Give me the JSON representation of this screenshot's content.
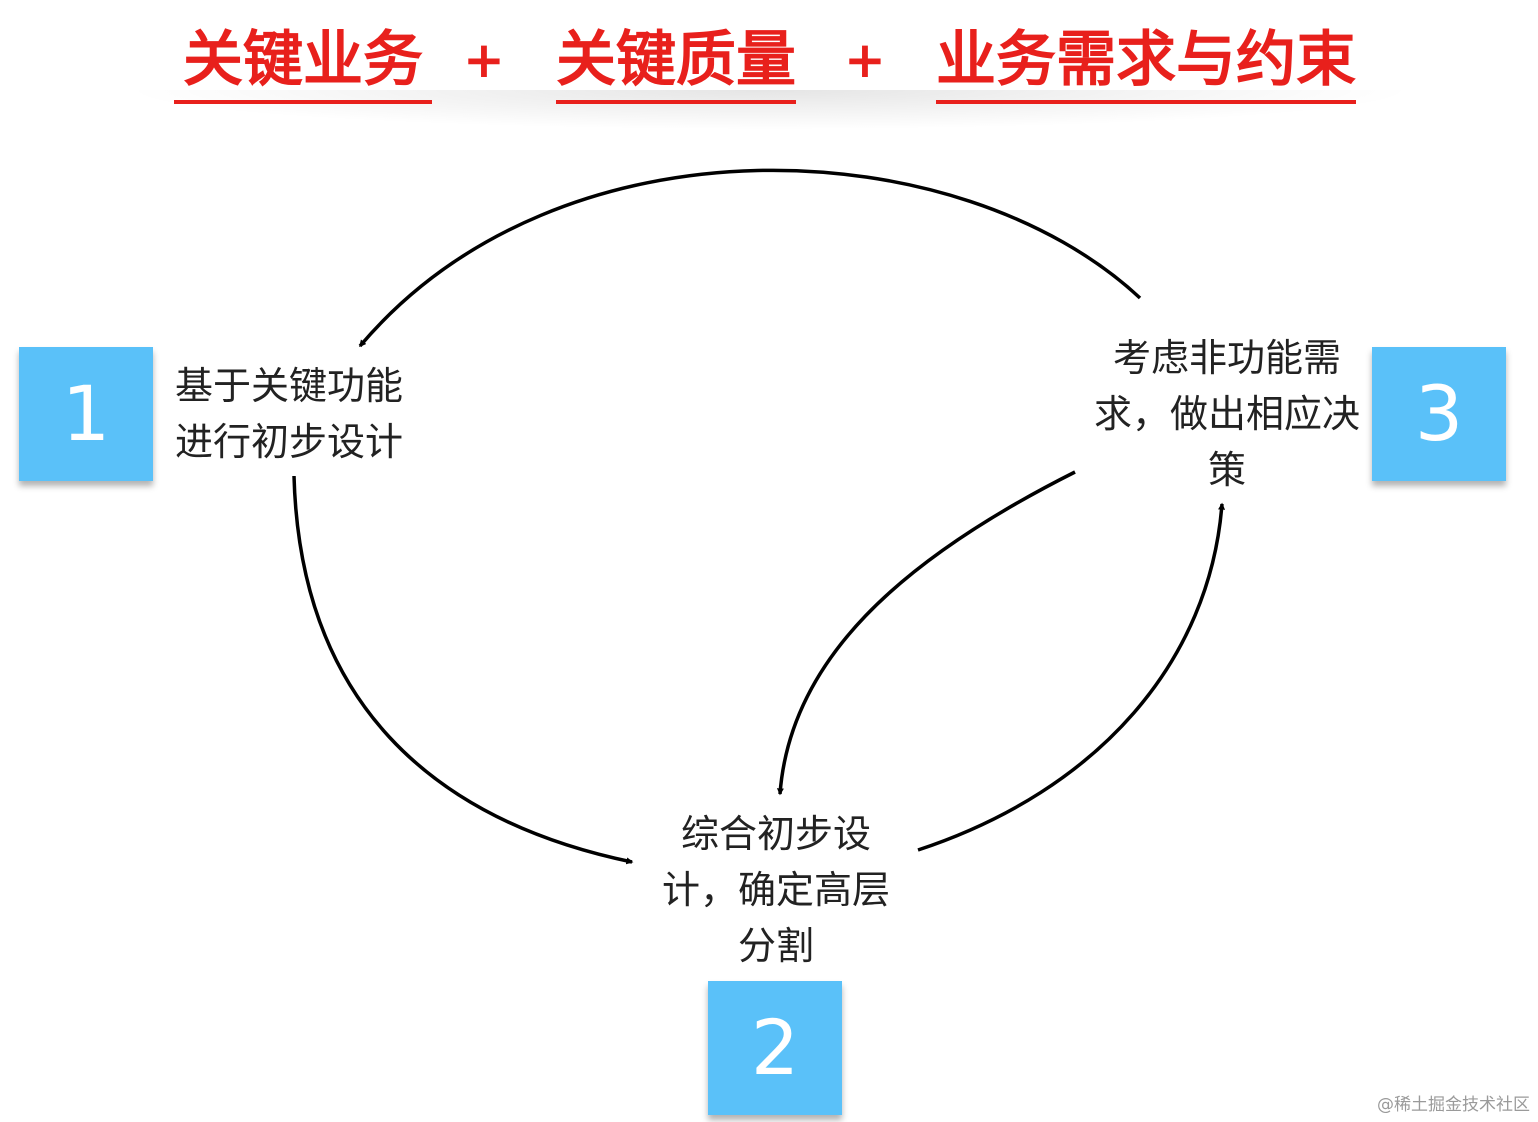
{
  "header": {
    "term1": "关键业务",
    "plus1": "+",
    "term2": "关键质量",
    "plus2": "+",
    "term3": "业务需求与约束"
  },
  "steps": [
    {
      "number": "1",
      "lines": [
        "基于关键功能",
        "进行初步设计"
      ]
    },
    {
      "number": "2",
      "lines": [
        "综合初步设",
        "计，确定高层",
        "分割"
      ]
    },
    {
      "number": "3",
      "lines": [
        "考虑非功能需",
        "求，做出相应决",
        "策"
      ]
    }
  ],
  "watermark": "@稀土掘金技术社区",
  "colors": {
    "accent": "#e8201c",
    "box": "#5ac1f9",
    "arrow": "#000000"
  }
}
